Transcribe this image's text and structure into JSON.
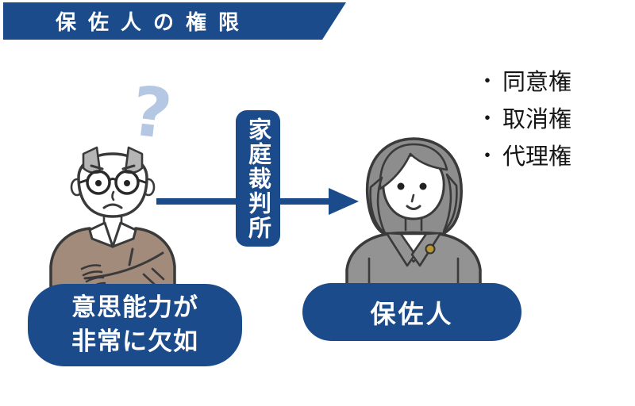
{
  "colors": {
    "primary_blue": "#1b4b8a",
    "question_mark_blue": "#b5c8e3",
    "text_black": "#151515",
    "outline_gray": "#3a3a3a",
    "man_sweater_brown": "#a28b7b",
    "man_hair_gray": "#b5b5b5",
    "woman_hair_gray": "#8d8d8d",
    "woman_suit_gray": "#939393",
    "badge_gold": "#bb9733",
    "background_white": "#ffffff"
  },
  "header": {
    "title": "保佐人の権限"
  },
  "flow": {
    "question_mark": "?",
    "court_box_label": "家庭裁判所"
  },
  "rights_list": {
    "bullet_char": "・",
    "items": [
      {
        "label": "同意権"
      },
      {
        "label": "取消権"
      },
      {
        "label": "代理権"
      }
    ]
  },
  "left_person": {
    "caption_line1": "意思能力が",
    "caption_line2": "非常に欠如"
  },
  "right_person": {
    "caption": "保佐人"
  }
}
